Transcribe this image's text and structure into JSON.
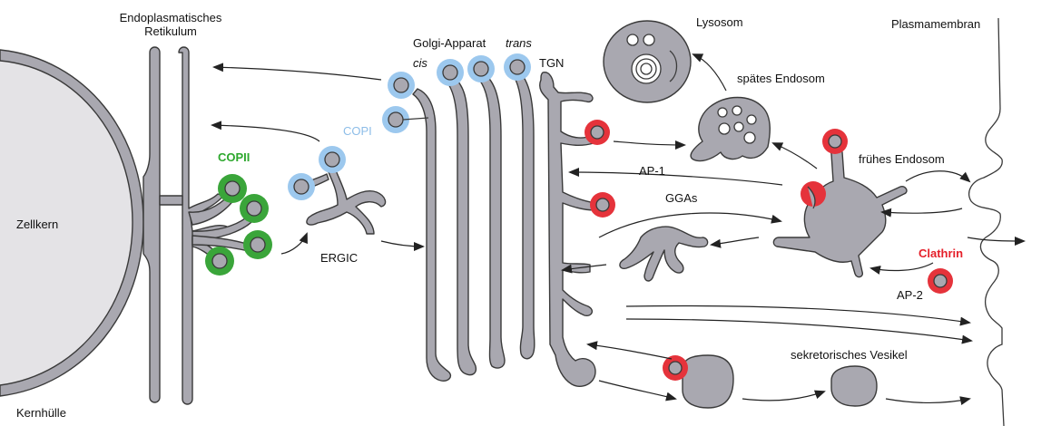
{
  "labels": {
    "er_line1": "Endoplasmatisches",
    "er_line2": "Retikulum",
    "golgi": "Golgi-Apparat",
    "cis": "cis",
    "trans": "trans",
    "tgn": "TGN",
    "lysosome": "Lysosom",
    "late_endosome": "spätes Endosom",
    "early_endosome": "frühes Endosom",
    "plasma_membrane": "Plasmamembran",
    "copii": "COPII",
    "copi": "COPI",
    "ergic": "ERGIC",
    "ap1": "AP-1",
    "ggas": "GGAs",
    "clathrin": "Clathrin",
    "ap2": "AP-2",
    "secretory_vesicle": "sekretorisches Vesikel",
    "nucleus": "Zellkern",
    "nuclear_envelope": "Kernhülle"
  },
  "colors": {
    "organelle_fill": "#a9a8b0",
    "membrane": "#3a3a3a",
    "nucleus_fill": "#e4e3e6",
    "copii_coat": "#3aa53a",
    "copi_coat": "#9cc8ee",
    "clathrin_coat": "#e5333b",
    "copii_text": "#2ea82e",
    "copi_text": "#8dbde8",
    "clathrin_text": "#e5202a"
  }
}
